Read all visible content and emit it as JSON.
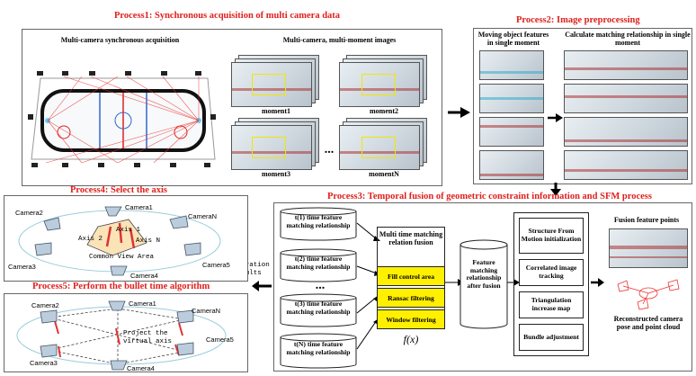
{
  "process1": {
    "title": "Process1: Synchronous acquisition of multi camera data",
    "left_caption": "Multi-camera synchronous acquisition",
    "right_caption": "Multi-camera, multi-moment images",
    "moments": [
      "moment1",
      "moment2",
      "moment3",
      "momentN"
    ],
    "ellipsis": "..."
  },
  "process2": {
    "title": "Process2: Image preprocessing",
    "col1_caption": "Moving object features in single moment",
    "col2_caption": "Calculate matching relationship in single moment"
  },
  "process3": {
    "title": "Process3: Temporal fusion of geometric constraint information and SFM process",
    "time_cylinders": [
      "t(1) time feature matching relationship",
      "t(2) time feature matching relationship",
      "t(3) time feature matching relationship",
      "t(N) time feature matching relationship"
    ],
    "ellipsis": "...",
    "fusion_label": "Multi time matching relation fusion",
    "filters": [
      "Fill control area",
      "Ransac filtering",
      "Window filtering"
    ],
    "fx": "f(x)",
    "fused_cylinder": "Feature matching relationship after fusion",
    "sfm_steps": [
      "Structure From Motion initialization",
      "Correlated image tracking",
      "Triangulation increase map",
      "Bundle adjustment"
    ],
    "fusion_points_caption": "Fusion feature points",
    "reconstructed_caption": "Reconstructed camera pose and point cloud"
  },
  "process4": {
    "title": "Process4: Select the axis",
    "cameras": [
      "Camera1",
      "Camera2",
      "CameraN",
      "Camera3",
      "Camera4",
      "Camera5"
    ],
    "axis_labels": [
      "Axis 1",
      "Axis 2",
      "Axis N"
    ],
    "common_view": "Common View Area"
  },
  "calibration": "Calibration results",
  "process5": {
    "title": "Process5: Perform the bullet time algorithm",
    "cameras": [
      "Camera1",
      "Camera2",
      "CameraN",
      "Camera3",
      "Camera4",
      "Camera5"
    ],
    "project_label": "Project the virtual axis"
  },
  "colors": {
    "title_red": "#e0201c",
    "highlight_yellow": "#ffef00",
    "panel_border": "#666666"
  }
}
